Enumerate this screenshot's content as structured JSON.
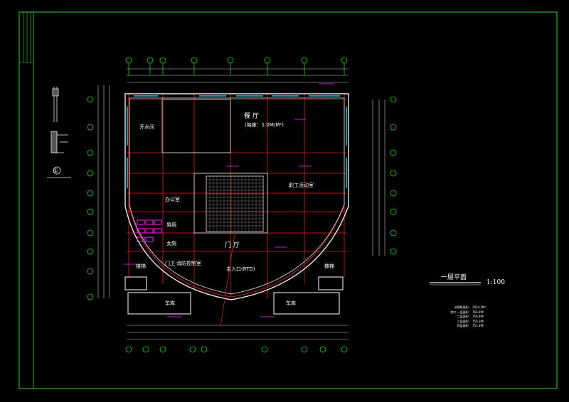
{
  "drawing": {
    "title": "一层平面",
    "scale": "1:100",
    "detail_id": "①"
  },
  "rooms": {
    "dining": "餐 厅",
    "dining_note": "(每座：1.0M/M²)",
    "office": "办公室",
    "staff_lounge": "职工活动室",
    "washroom_a": "男厕",
    "washroom_b": "女厕",
    "door_hall": "门 厅",
    "left_top_room": "开水间",
    "garage_left": "车库",
    "garage_right": "车库",
    "stair_left": "楼梯",
    "stair_right": "楼梯",
    "bottom_label_a": "门卫",
    "bottom_label_b": "消防控制室",
    "entrance_mark": "主入口(RTD)"
  },
  "area_table": [
    {
      "k": "总建筑面积:",
      "v": "3024.3M²"
    },
    {
      "k": "其中:一层面积:",
      "v": "766.4M²"
    },
    {
      "k": "二层面积:",
      "v": "756.4M²"
    },
    {
      "k": "三层面积:",
      "v": "750.1M²"
    },
    {
      "k": "四层面积:",
      "v": "751.4M²"
    }
  ],
  "colors": {
    "frame": "#2bd92b",
    "wall": "#e8e8e8",
    "grid": "#e02020",
    "axis": "#20d020",
    "accent": "#ff20ff",
    "dim": "#c8c8c8",
    "window": "#30c8f0"
  }
}
